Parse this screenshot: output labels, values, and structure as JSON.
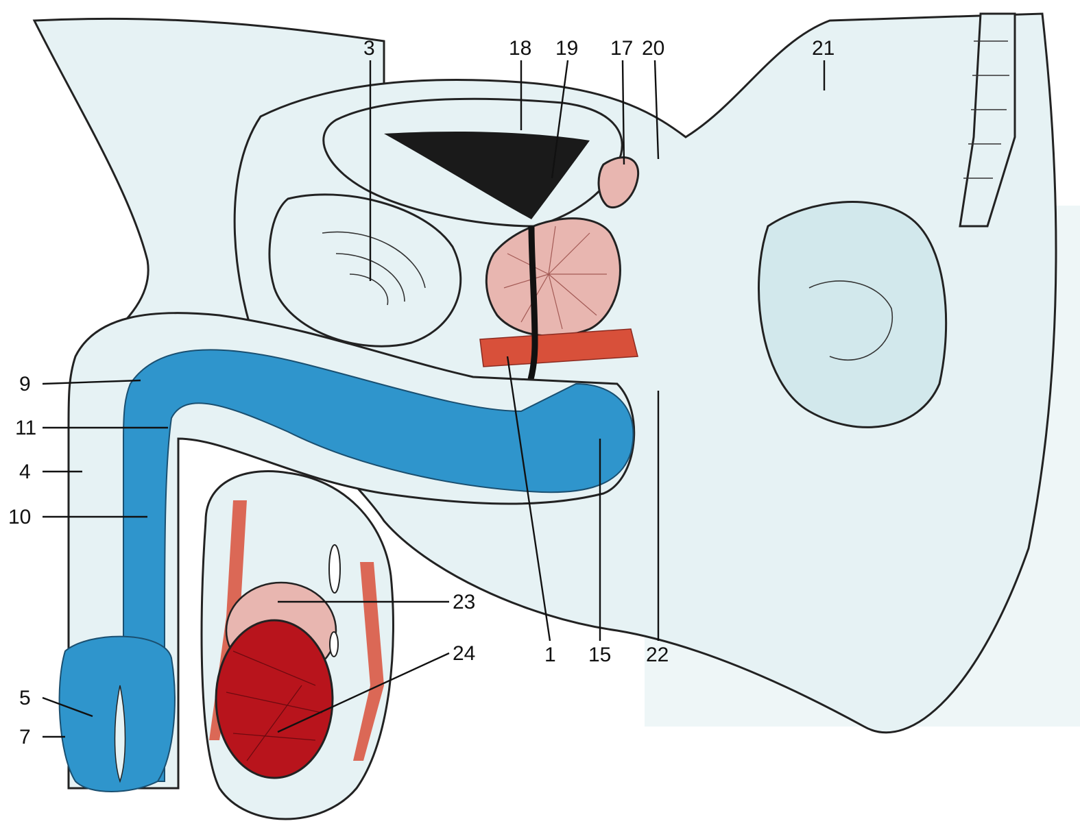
{
  "colors": {
    "background": "#ffffff",
    "tissue": "#e6f2f4",
    "tissue_dark": "#d2e8ec",
    "erectile_blue": "#2f95cc",
    "testis_red": "#b8141c",
    "muscle_red": "#d8503a",
    "prostate_pink": "#e8b6b0",
    "ink": "#222222"
  },
  "labels": {
    "l1": "1",
    "l3": "3",
    "l4": "4",
    "l5": "5",
    "l7": "7",
    "l9": "9",
    "l10": "10",
    "l11": "11",
    "l15": "15",
    "l17": "17",
    "l18": "18",
    "l19": "19",
    "l20": "20",
    "l21": "21",
    "l22": "22",
    "l23": "23",
    "l24": "24"
  }
}
